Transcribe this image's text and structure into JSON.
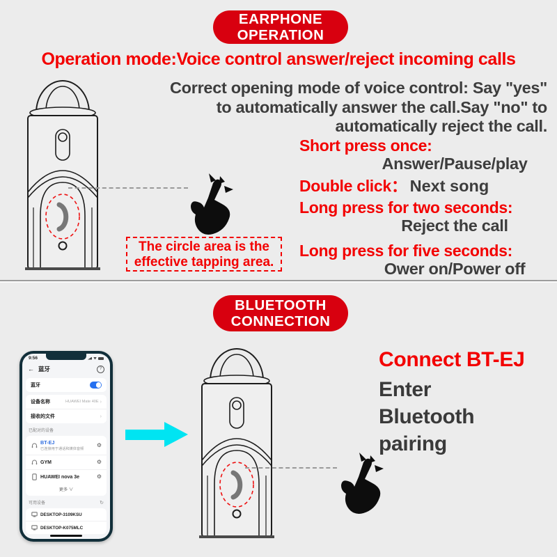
{
  "colors": {
    "background": "#ececec",
    "badge_red": "#d8000f",
    "text_red": "#f30000",
    "dark_text": "#3d3d3d",
    "cyan_arrow": "#00e4f2",
    "link_blue": "#2f6de0",
    "toggle_blue": "#2570f0"
  },
  "section1": {
    "badge": [
      "EARPHONE",
      "OPERATION"
    ],
    "headline": "Operation mode:Voice control answer/reject incoming calls",
    "paragraph": [
      "Correct opening mode of voice control: Say \"yes\"",
      "to automatically answer the call.Say \"no\" to",
      "automatically reject the call."
    ],
    "instructions": [
      {
        "label": "Short press once:",
        "value": "Answer/Pause/play"
      },
      {
        "label": "Double click：",
        "value": "Next song"
      },
      {
        "label": "Long press for two seconds:",
        "value": "Reject the call"
      },
      {
        "label": "Long press for five seconds:",
        "value": "Ower on/Power off"
      }
    ],
    "note": [
      "The circle area is the",
      "effective tapping area."
    ]
  },
  "section2": {
    "badge": [
      "BLUETOOTH",
      "CONNECTION"
    ],
    "connect_title": "Connect BT-EJ",
    "connect_subtitle": "Enter Bluetooth pairing",
    "phone": {
      "time": "9:56",
      "back_icon": "←",
      "nav_title": "蓝牙",
      "help_icon": "?",
      "toggle_label": "蓝牙",
      "toggle_state": "on",
      "device_name_label": "设备名称",
      "device_name_value": "HUAWEI Mate 40E",
      "received_files_label": "接收的文件",
      "chevron_icon": "›",
      "paired_header": "已配对的设备",
      "paired": [
        {
          "icon": "headset-icon",
          "name": "BT-EJ",
          "subtitle": "已连接用于通话和媒体音频"
        },
        {
          "icon": "headset-icon",
          "name": "GYM",
          "subtitle": ""
        },
        {
          "icon": "phone-icon",
          "name": "HUAWEI nova 3e",
          "subtitle": ""
        }
      ],
      "gear_icon": "⚙",
      "more_label": "更多",
      "more_chevron": "∨",
      "available_header": "可用设备",
      "refresh_icon": "↻",
      "available": [
        {
          "icon": "desktop-icon",
          "name": "DESKTOP-3109KSU"
        },
        {
          "icon": "desktop-icon",
          "name": "DESKTOP-K075MLC"
        }
      ]
    }
  }
}
